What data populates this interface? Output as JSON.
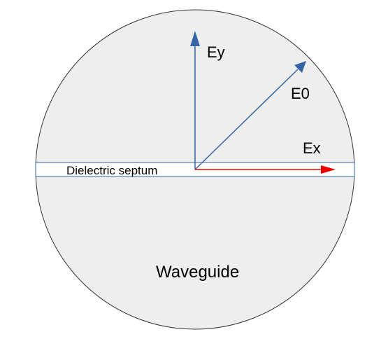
{
  "labels": {
    "ey": "Ey",
    "e0": "E0",
    "ex": "Ex",
    "septum": "Dielectric septum",
    "waveguide": "Waveguide"
  },
  "colors": {
    "waveguide_fill": "#eeeeee",
    "waveguide_stroke": "#333333",
    "septum_fill": "#ffffff",
    "septum_stroke": "#3465a4",
    "ey_arrow": "#3465a4",
    "e0_arrow": "#3465a4",
    "ex_arrow": "#ee0000",
    "text": "#000000"
  },
  "vectors": {
    "e0_angle_deg": 45
  }
}
